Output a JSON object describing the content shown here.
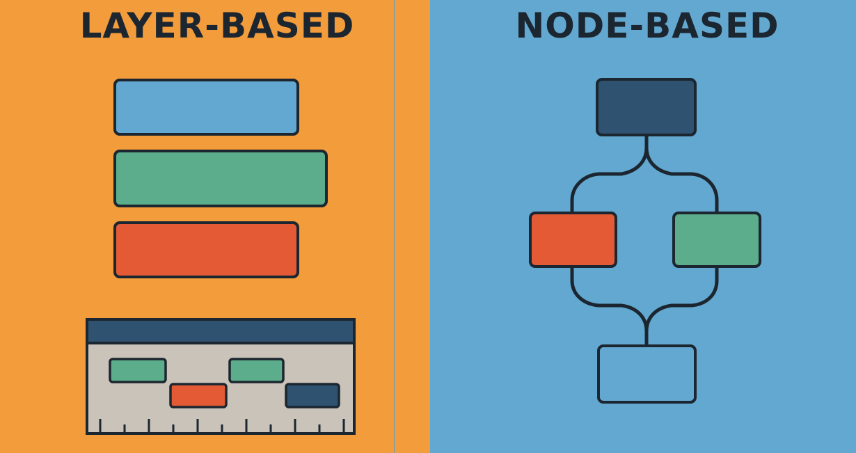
{
  "left_panel": {
    "title": "LAYER-BASED",
    "background": "#f39c3b",
    "layers": [
      {
        "name": "layer-blue",
        "color": "#63a8d0"
      },
      {
        "name": "layer-green",
        "color": "#5cad8c"
      },
      {
        "name": "layer-red",
        "color": "#e35a35"
      }
    ],
    "timeline": {
      "header_color": "#2f5270",
      "body_color": "#cac3ba",
      "clips": [
        {
          "name": "clip-green-1",
          "color": "#5cad8c"
        },
        {
          "name": "clip-red",
          "color": "#e35a35"
        },
        {
          "name": "clip-green-2",
          "color": "#5cad8c"
        },
        {
          "name": "clip-navy",
          "color": "#2f5270"
        }
      ]
    }
  },
  "right_panel": {
    "title": "NODE-BASED",
    "background": "#63a8d0",
    "nodes": [
      {
        "name": "node-top",
        "color": "#2f5270"
      },
      {
        "name": "node-left",
        "color": "#e35a35"
      },
      {
        "name": "node-right",
        "color": "#5cad8c"
      },
      {
        "name": "node-bottom",
        "color": "#63a8d0"
      }
    ]
  },
  "outline_color": "#1c2630"
}
